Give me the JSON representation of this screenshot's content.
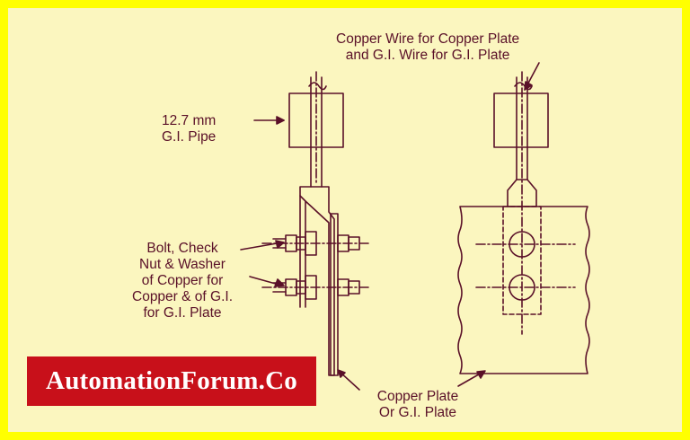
{
  "colors": {
    "border": "#ffff00",
    "background": "#fbf6bf",
    "line": "#5a1028",
    "brand_bg": "#c8101a",
    "brand_text": "#ffffff"
  },
  "labels": {
    "top_right": [
      "Copper Wire for Copper Plate",
      "and G.I. Wire for G.I. Plate"
    ],
    "pipe": [
      "12.7 mm",
      "G.I. Pipe"
    ],
    "bolt": [
      "Bolt, Check",
      "Nut & Washer",
      "of Copper for",
      "Copper & of G.I.",
      "for G.I. Plate"
    ],
    "plate": [
      "Copper Plate",
      "Or G.I. Plate"
    ]
  },
  "brand": "AutomationForum.Co"
}
